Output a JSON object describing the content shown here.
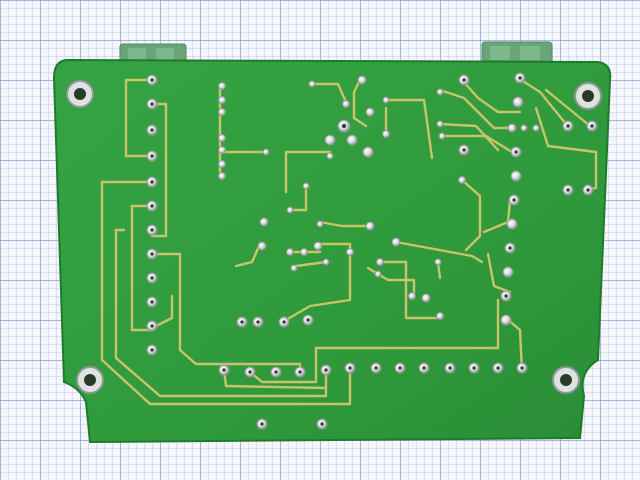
{
  "scene": {
    "subject": "pcb-solder-side",
    "background": "graph-paper",
    "colors": {
      "paper": "#f4f6fb",
      "grid": "#8aa6d8",
      "board": "#2f9a3c",
      "board_edge": "#1f7a2c",
      "trace": "#c9c46a",
      "pad": "#d8dadc",
      "pad_rim": "#9aa0a0",
      "hole": "#2a3a2a",
      "connector": "#6aa57a"
    },
    "counts": {
      "mounting_holes": 4,
      "edge_connectors": 2
    }
  }
}
